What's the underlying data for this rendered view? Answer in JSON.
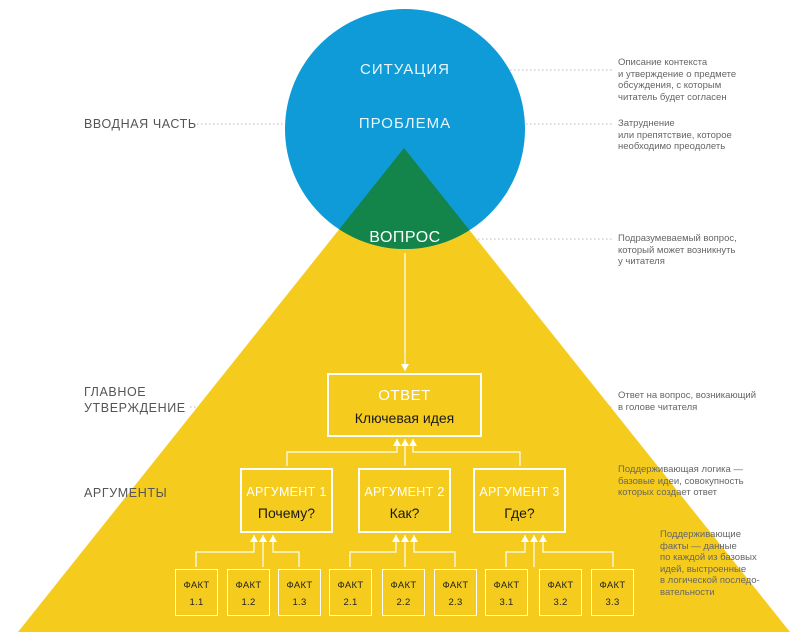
{
  "labels_left": {
    "intro": "ВВОДНАЯ ЧАСТЬ",
    "main_line1": "ГЛАВНОЕ",
    "main_line2": "УТВЕРЖДЕНИЕ",
    "arguments": "АРГУМЕНТЫ"
  },
  "circle": {
    "situation": "СИТУАЦИЯ",
    "problem": "ПРОБЛЕМА",
    "question": "ВОПРОС"
  },
  "answer": {
    "caption": "ОТВЕТ",
    "main": "Ключевая идея"
  },
  "arguments": [
    {
      "caption": "АРГУМЕНТ 1",
      "main": "Почему?"
    },
    {
      "caption": "АРГУМЕНТ 2",
      "main": "Как?"
    },
    {
      "caption": "АРГУМЕНТ 3",
      "main": "Где?"
    }
  ],
  "facts": [
    {
      "caption": "ФАКТ",
      "num": "1.1"
    },
    {
      "caption": "ФАКТ",
      "num": "1.2"
    },
    {
      "caption": "ФАКТ",
      "num": "1.3"
    },
    {
      "caption": "ФАКТ",
      "num": "2.1"
    },
    {
      "caption": "ФАКТ",
      "num": "2.2"
    },
    {
      "caption": "ФАКТ",
      "num": "2.3"
    },
    {
      "caption": "ФАКТ",
      "num": "3.1"
    },
    {
      "caption": "ФАКТ",
      "num": "3.2"
    },
    {
      "caption": "ФАКТ",
      "num": "3.3"
    }
  ],
  "notes": {
    "situation": [
      "Описание контекста",
      "и утверждение о предмете",
      "обсуждения, с которым",
      "читатель будет согласен"
    ],
    "problem": [
      "Затруднение",
      "или препятствие, которое",
      "необходимо преодолеть"
    ],
    "question": [
      "Подразумеваемый вопрос,",
      "который может возникнуть",
      "у читателя"
    ],
    "answer": [
      "Ответ на вопрос, возникающий",
      "в голове читателя"
    ],
    "arguments": [
      "Поддерживающая логика —",
      "базовые идеи, совокупность",
      "которых создает ответ"
    ],
    "facts": [
      "Поддерживающие",
      "факты — данные",
      "по каждой из базовых",
      "идей, выстроенные",
      "в логической последо-",
      "вательности"
    ]
  },
  "colors": {
    "circle": "#0E9BD7",
    "triangle": "#13854A",
    "pyramid": "#F5CC1E",
    "box_border": "#FFFFFF",
    "leader_line": "#BBBBBB"
  }
}
